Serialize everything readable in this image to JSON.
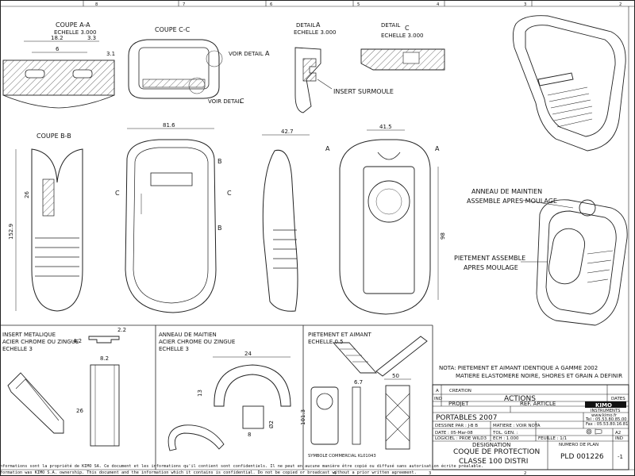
{
  "sheet": {
    "border_marks_top": [
      "8",
      "7",
      "6",
      "5",
      "4",
      "3",
      "2"
    ],
    "border_marks_bottom": [
      "4",
      "3",
      "2"
    ]
  },
  "views": {
    "coupe_aa": {
      "title": "COUPE A-A",
      "scale": "ECHELLE 3.000",
      "dim_top": "18.2",
      "dim_inner": "6",
      "dim_small": "3.3",
      "dim_side": "3.1"
    },
    "coupe_cc": {
      "title": "COUPE C-C",
      "callout_a": "VOIR DETAIL",
      "callout_a_letter": "A",
      "callout_c": "VOIR DETAIL",
      "callout_c_letter": "C"
    },
    "detail_a": {
      "title": "DETAIL",
      "letter": "A",
      "scale": "ECHELLE 3.000",
      "note": "INSERT SURMOULE"
    },
    "detail_c": {
      "title": "DETAIL",
      "letter": "C",
      "scale": "ECHELLE 3.000"
    },
    "coupe_bb": {
      "title": "COUPE B-B",
      "dim_insert": "26",
      "dim_height": "152.9"
    },
    "front": {
      "dim_width": "81.6",
      "label_b_top": "B",
      "label_b_bottom": "B",
      "label_c_left": "C",
      "label_c_right": "C"
    },
    "side": {
      "dim_depth": "42.7"
    },
    "rear": {
      "dim_width": "41.5",
      "dim_height": "98",
      "label_a_left": "A",
      "label_a_right": "A"
    },
    "iso_notes": {
      "maintien_1": "ANNEAU DE MAINTIEN",
      "maintien_2": "ASSEMBLE APRES MOULAGE",
      "pied_1": "PIETEMENT ASSEMBLE",
      "pied_2": "APRES MOULAGE"
    },
    "insert_metal": {
      "l1": "INSERT METALIQUE",
      "l2": "ACIER CHROME OU ZINGUE",
      "l3": "ECHELLE 3",
      "dim_w": "2.2",
      "dim_h": "4.2",
      "dim_base": "8.2",
      "dim_len": "26"
    },
    "anneau": {
      "l1": "ANNEAU DE MAITIEN",
      "l2": "ACIER CHROME OU ZINGUE",
      "l3": "ECHELLE 3",
      "dim_w": "24",
      "dim_h": "13",
      "dim_d": "8",
      "dim_r": "Ø2"
    },
    "pietement": {
      "l1": "PIETEMENT ET AIMANT",
      "l2": "ECHELLE 0.5",
      "dim_a": "6.7",
      "dim_b": "50",
      "dim_h": "101.3",
      "symbol": "SYMBOLE COMMERCIAL KL01043"
    }
  },
  "nota": {
    "line1": "NOTA: PIETEMENT ET AIMANT IDENTIQUE A GAMME 2002",
    "line2": "MATIERE ELASTOMERE NOIRE, SHORES ET GRAIN A DEFINIR"
  },
  "titleblock": {
    "rev_ind": "A",
    "rev_text": "CREATION",
    "ind_label": "IND",
    "actions_label": "ACTIONS",
    "dates_label": "DATES",
    "projet_label": "PROJET",
    "ref_article_label": "REF. ARTICLE",
    "projet_value": "PORTABLES 2007",
    "dessine_par": "DESSINE PAR : J-B B",
    "date": "DATE : 05-Mar-08",
    "logiciel": "LOGICIEL : PROE WILD3",
    "matiere": "MATIERE : VOIR NOTA",
    "tol_gen": "TOL. GEN. :",
    "ech": "ECH : 1.000",
    "feuille": "FEUILLE : 1/1",
    "format": "A2",
    "ind_value": "IND",
    "designation_label": "DESIGNATION",
    "numero_label": "NUMERO DE PLAN",
    "designation_1": "COQUE DE PROTECTION",
    "designation_2": "CLASSE 100 DISTRI",
    "plan_number": "PLD 001226",
    "plan_ind": "-1",
    "brand": "KIMO",
    "brand_sub": "INSTRUMENTS",
    "brand_web": "www.kimo.fr",
    "brand_tel": "Tel : 05.53.80.85.00",
    "brand_fax": "Fax : 05.53.80.16.81"
  },
  "footer": {
    "fr": "nformations sont la propriété de KIMO SA. Ce document et les informations qu'il contient sont confidentiels. Il ne peut en aucune manière être copié ou diffusé sans autorisation écrite préalable.",
    "en": "formation was KIMO S.A. ownership. This document and the information which it contains is confidential. Do not be copied or broadcast without a prior written agreement."
  }
}
